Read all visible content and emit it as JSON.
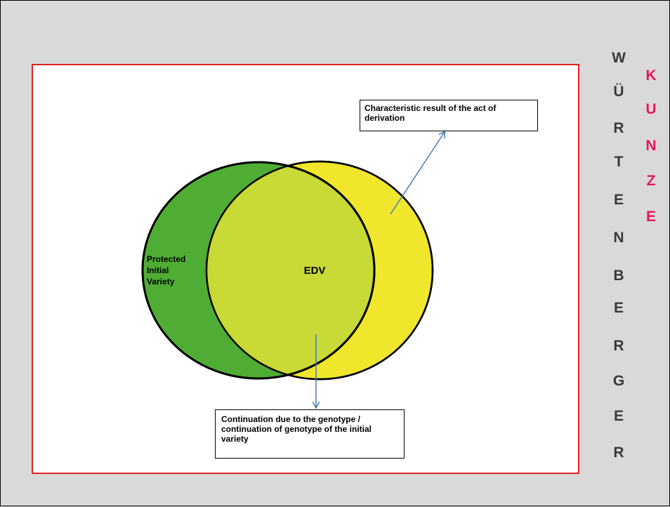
{
  "diagram": {
    "left_circle_label": [
      "Protected",
      "Initial",
      "Variety"
    ],
    "center_label": "EDV",
    "callout_top": "Characteristic result of the act of derivation",
    "callout_bottom": "Continuation due to the genotype / continuation of genotype of the initial variety",
    "colors": {
      "left_circle": "#4fad35",
      "right_circle": "#f0e72c",
      "overlap": "#c9d935",
      "arrows": "#4a7ab8",
      "frame_border": "#e02020",
      "slide_background": "#d9d9d9"
    }
  },
  "branding": {
    "word_vertical_1": [
      "W",
      "Ü",
      "R",
      "T",
      "E",
      "N",
      "B",
      "E",
      "R",
      "G",
      "E",
      "R"
    ],
    "word_vertical_2": [
      "K",
      "U",
      "N",
      "Z",
      "E"
    ],
    "color_1": "#3a3a3a",
    "color_2": "#e8175d"
  }
}
